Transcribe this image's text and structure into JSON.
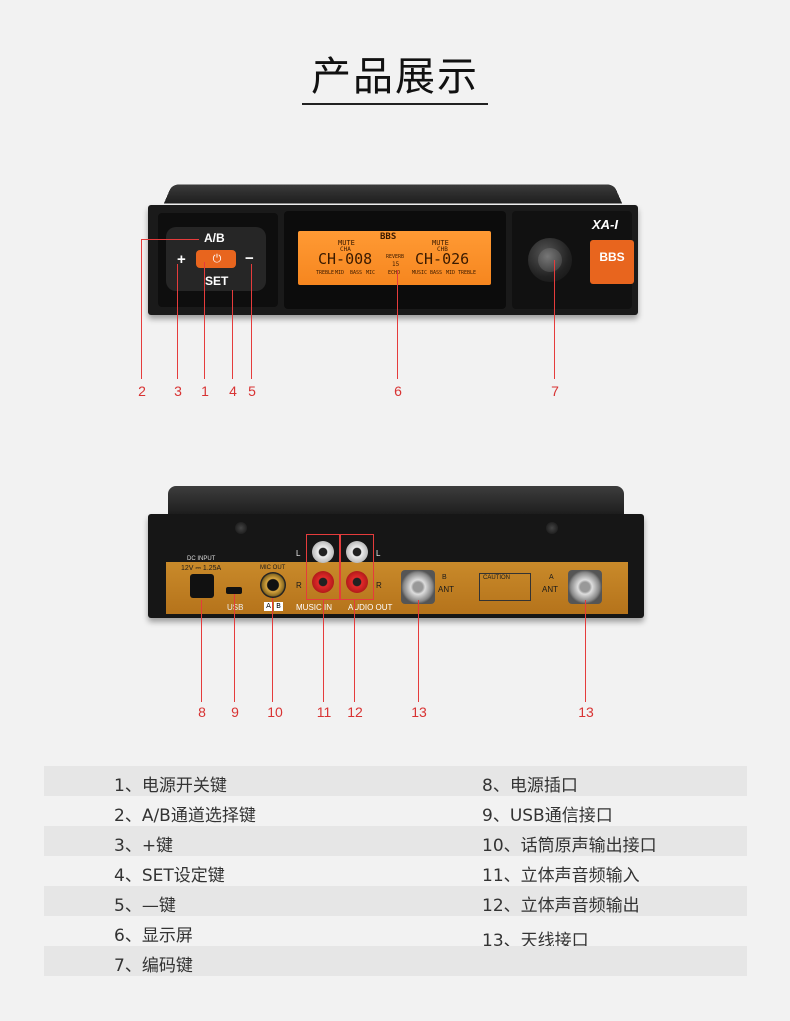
{
  "page": {
    "title": "产品展示"
  },
  "front_panel": {
    "buttons": {
      "ab": "A/B",
      "plus": "+",
      "minus": "−",
      "set": "SET",
      "power_icon": "power-icon"
    },
    "lcd": {
      "brand": "BBS",
      "cha_label": "CHA",
      "chb_label": "CHB",
      "mute_left": "MUTE",
      "mute_right": "MUTE",
      "ch_left": "CH-008",
      "ch_right": "CH-026",
      "center_top": "REVERB",
      "center_mid": "15",
      "eq_left": [
        "TREBLE",
        "MID",
        "BASS",
        "MIC"
      ],
      "eq_center": "ECHO",
      "eq_right": [
        "MUSIC",
        "BASS",
        "MID",
        "TREBLE"
      ]
    },
    "model": "XA-I",
    "brand_badge": "BBS"
  },
  "rear_panel": {
    "dc_input": "DC INPUT",
    "dc_spec": "12V ⎓ 1.25A",
    "usb": "USB",
    "mic_out": "MIC OUT",
    "ab_a": "A",
    "ab_b": "B",
    "rca_l": "L",
    "rca_r": "R",
    "music_in": "MUSIC IN",
    "audio_out": "AUDIO OUT",
    "ant_b": "ANT",
    "ant_a": "ANT",
    "ch_b_tag": "B",
    "ch_a_tag": "A",
    "caution": "CAUTION"
  },
  "callouts_front": [
    "2",
    "3",
    "1",
    "4",
    "5",
    "6",
    "7"
  ],
  "callouts_rear": [
    "8",
    "9",
    "10",
    "11",
    "12",
    "13",
    "13"
  ],
  "legend": {
    "left": [
      "1、电源开关键",
      "2、A/B通道选择键",
      "3、+键",
      "4、SET设定键",
      "5、—键",
      "6、显示屏",
      "7、编码键"
    ],
    "right": [
      "8、电源插口",
      "9、USB通信接口",
      "10、话筒原声输出接口",
      "11、立体声音频输入",
      "12、立体声音频输出",
      "13、天线接口"
    ]
  }
}
